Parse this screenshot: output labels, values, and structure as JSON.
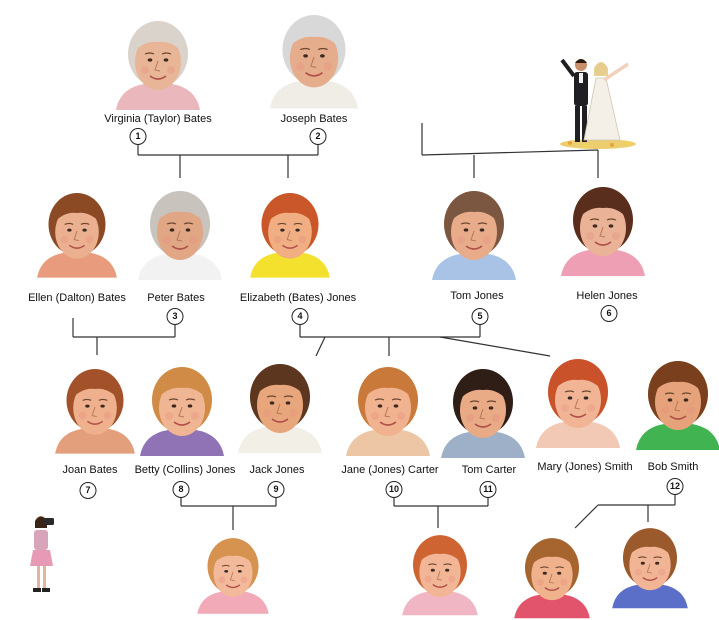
{
  "people": [
    {
      "id": "virginia",
      "name": "Virginia (Taylor) Bates",
      "number": "1",
      "skin": "#e9b597",
      "hair": "#d9d3cc",
      "shirt": "#eab7bd"
    },
    {
      "id": "joseph",
      "name": "Joseph Bates",
      "number": "2",
      "skin": "#e6ad8d",
      "hair": "#d8d8d8",
      "shirt": "#f0ece6"
    },
    {
      "id": "ellen",
      "name": "Ellen (Dalton) Bates",
      "number": "",
      "skin": "#eab08f",
      "hair": "#8c4a24",
      "shirt": "#e99b7d"
    },
    {
      "id": "peter",
      "name": "Peter Bates",
      "number": "3",
      "skin": "#e1a684",
      "hair": "#c8c3bd",
      "shirt": "#f2f2f2"
    },
    {
      "id": "elizabeth",
      "name": "Elizabeth (Bates) Jones",
      "number": "4",
      "skin": "#f0ae82",
      "hair": "#c9572a",
      "shirt": "#f3e12e"
    },
    {
      "id": "tom-jones",
      "name": "Tom Jones",
      "number": "5",
      "skin": "#e8ac8a",
      "hair": "#7b5640",
      "shirt": "#a8c3e6"
    },
    {
      "id": "helen",
      "name": "Helen Jones",
      "number": "6",
      "skin": "#eab297",
      "hair": "#5a2e1c",
      "shirt": "#ef9fb4"
    },
    {
      "id": "joan",
      "name": "Joan Bates",
      "number": "7",
      "skin": "#efb08d",
      "hair": "#a2512a",
      "shirt": "#e39e7c"
    },
    {
      "id": "betty",
      "name": "Betty (Collins) Jones",
      "number": "8",
      "skin": "#f0b593",
      "hair": "#d08b46",
      "shirt": "#8f73b4"
    },
    {
      "id": "jack",
      "name": "Jack Jones",
      "number": "9",
      "skin": "#e8a67c",
      "hair": "#5d361f",
      "shirt": "#f2efe6"
    },
    {
      "id": "jane",
      "name": "Jane (Jones) Carter",
      "number": "10",
      "skin": "#f1b38f",
      "hair": "#c97a3b",
      "shirt": "#edc7a5"
    },
    {
      "id": "tom-carter",
      "name": "Tom Carter",
      "number": "11",
      "skin": "#e9aa86",
      "hair": "#2e1e16",
      "shirt": "#9db0c8"
    },
    {
      "id": "mary",
      "name": "Mary (Jones) Smith",
      "number": "",
      "skin": "#f1b596",
      "hair": "#c9522a",
      "shirt": "#f1c9b4"
    },
    {
      "id": "bob",
      "name": "Bob Smith",
      "number": "12",
      "skin": "#e6a27a",
      "hair": "#7a3f1d",
      "shirt": "#41b451"
    },
    {
      "id": "child-jack",
      "name": "",
      "number": "",
      "skin": "#f2b99a",
      "hair": "#d6924f",
      "shirt": "#f2a9b8"
    },
    {
      "id": "child-jane",
      "name": "",
      "number": "",
      "skin": "#f2b696",
      "hair": "#cf6433",
      "shirt": "#f0b6c4"
    },
    {
      "id": "child-mary-1",
      "name": "",
      "number": "",
      "skin": "#f0b18d",
      "hair": "#a6642f",
      "shirt": "#e2536c"
    },
    {
      "id": "child-mary-2",
      "name": "",
      "number": "",
      "skin": "#f1b596",
      "hair": "#9b5a2c",
      "shirt": "#5b6ec8"
    }
  ],
  "colors": {
    "line": "#333333",
    "badge_border": "#222222"
  }
}
